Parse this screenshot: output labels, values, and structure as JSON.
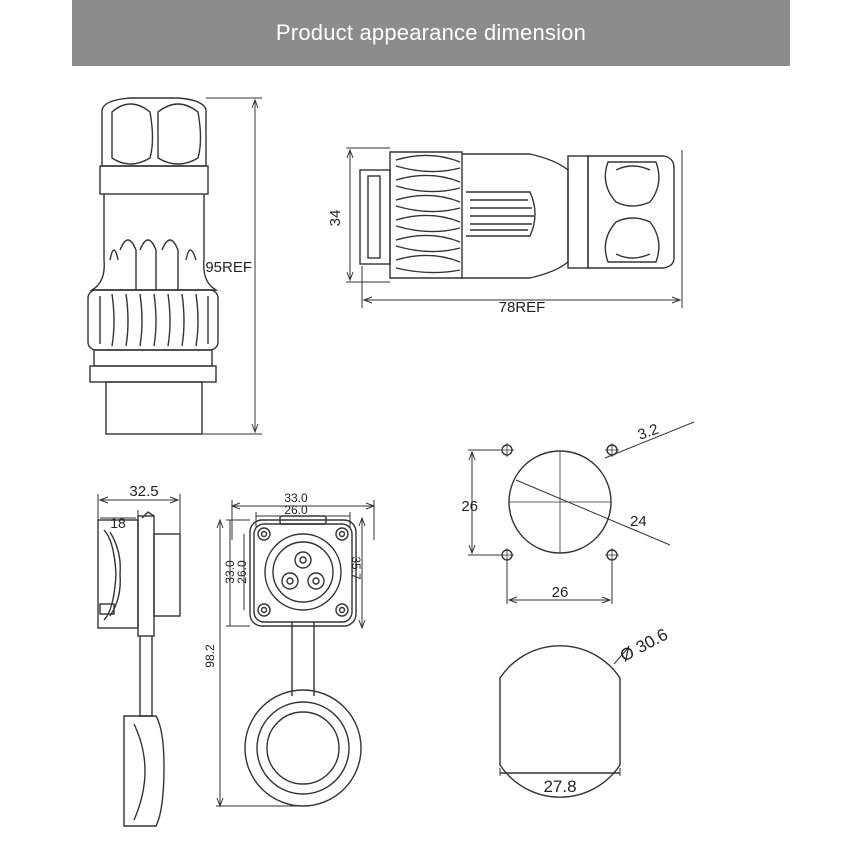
{
  "header": {
    "title": "Product appearance dimension"
  },
  "dims": {
    "height_ref": "95REF",
    "side_height": "34",
    "side_length": "78REF",
    "hole_dia": "3.2",
    "hole_spacing_v": "26",
    "circle_dia": "24",
    "hole_spacing_h": "26",
    "panel_dia": "Ø 30.6",
    "panel_flat": "27.8",
    "side_width": "32.5",
    "side_depth": "18",
    "front_outer_w": "33.0",
    "front_inner_w": "26.0",
    "front_outer_h": "33.0",
    "front_inner_h": "26.0",
    "front_flange_h": "35.7",
    "total_length": "98.2"
  }
}
